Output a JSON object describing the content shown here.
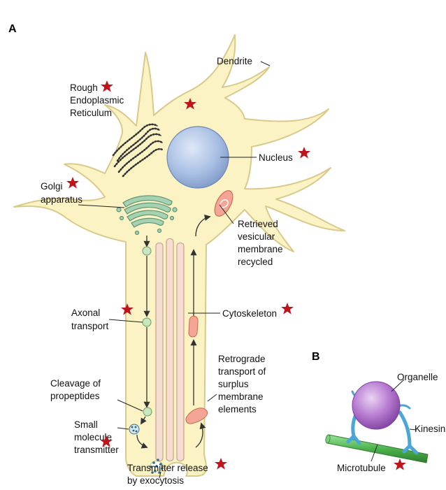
{
  "panels": {
    "a": "A",
    "b": "B"
  },
  "labels": {
    "dendrite": "Dendrite",
    "rer": [
      "Rough",
      "Endoplasmic",
      "Reticulum"
    ],
    "nucleus": "Nucleus",
    "golgi": [
      "Golgi",
      "apparatus"
    ],
    "retrieved": [
      "Retrieved",
      "vesicular",
      "membrane",
      "recycled"
    ],
    "axonal": [
      "Axonal",
      "transport"
    ],
    "cytoskeleton": "Cytoskeleton",
    "cleavage": [
      "Cleavage of",
      "propeptides"
    ],
    "retrograde": [
      "Retrograde",
      "transport of",
      "surplus",
      "membrane",
      "elements"
    ],
    "small": [
      "Small",
      "molecule",
      "transmitter"
    ],
    "release": [
      "Transmitter release",
      "by exocytosis"
    ],
    "organelle": "Organelle",
    "kinesin": "Kinesin",
    "microtubule": "Microtubule"
  },
  "colors": {
    "cytoplasm": "#fbf3c4",
    "membrane": "#d9c98a",
    "nucleus": "#a9c0e4",
    "golgi": "#a7d1b3",
    "vesicle_green": "#c8e6c0",
    "vesicle_red": "#f4a596",
    "cytoskeleton": "#e8b9a8",
    "organelle": "#b67ad0",
    "kinesin": "#4aa6d6",
    "microtubule": "#4cb24c",
    "star": "#c0141c"
  },
  "icons": [
    "star-icon"
  ]
}
